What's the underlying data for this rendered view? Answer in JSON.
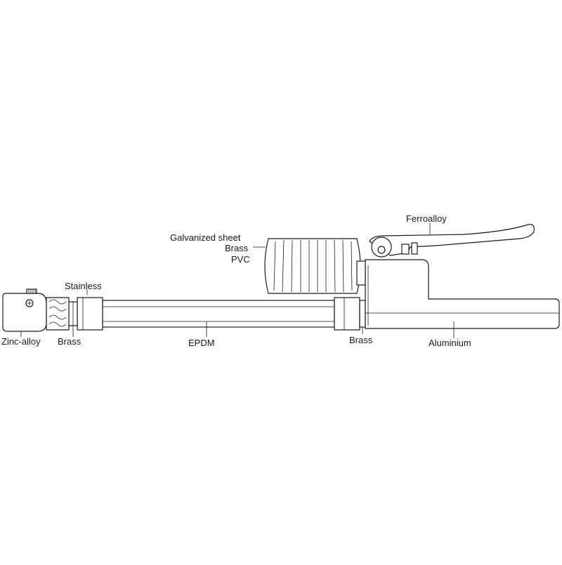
{
  "labels": {
    "galvanized": "Galvanized sheet",
    "brass_top": "Brass",
    "pvc": "PVC",
    "ferroalloy": "Ferroalloy",
    "stainless": "Stainless",
    "zinc_alloy": "Zinc-alloy",
    "brass_left": "Brass",
    "epdm": "EPDM",
    "brass_right": "Brass",
    "aluminium": "Aluminium"
  }
}
